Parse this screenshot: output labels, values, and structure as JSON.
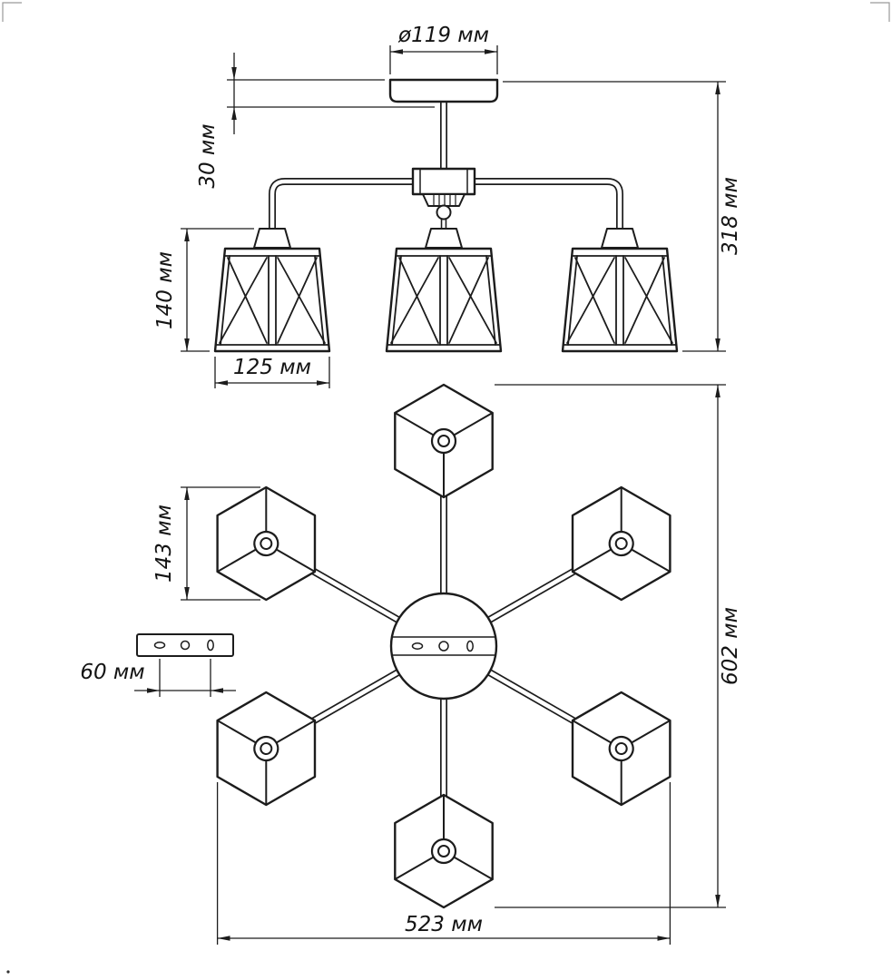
{
  "dimensions": {
    "canopy_diameter": "ø119 мм",
    "stem": "30 мм",
    "side_height": "318 мм",
    "shade_height": "140 мм",
    "shade_width": "125 мм",
    "cube_shade": "143 мм",
    "bracket": "60 мм",
    "overall_height": "602 мм",
    "overall_width": "523 мм"
  }
}
